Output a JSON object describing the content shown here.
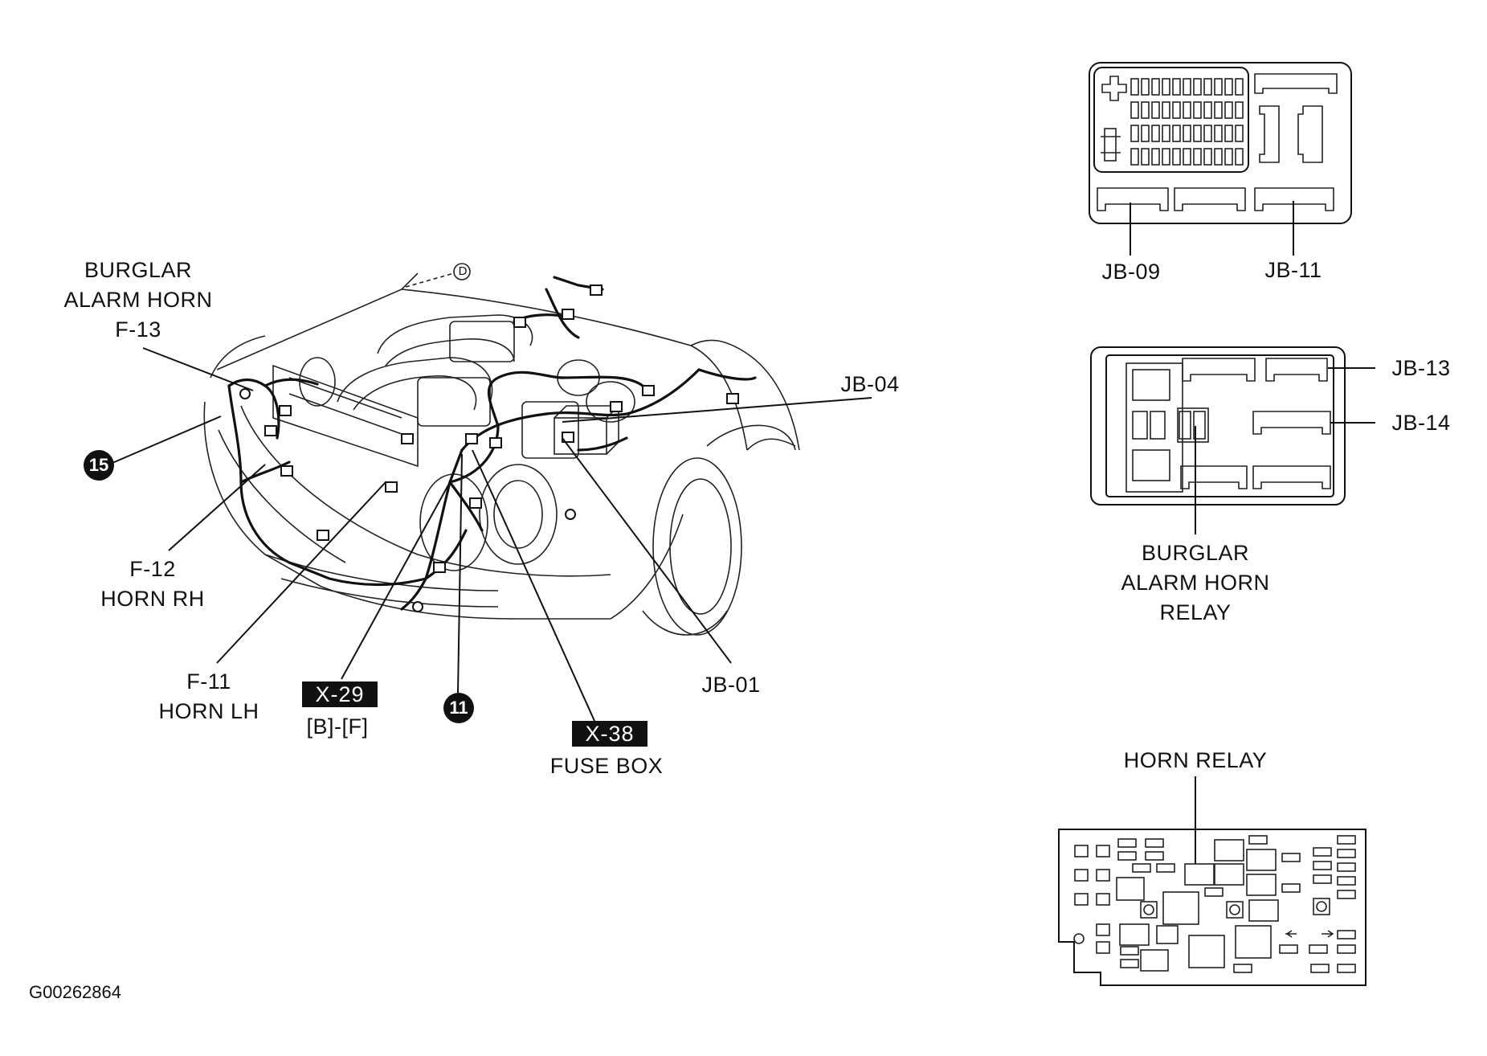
{
  "labels": {
    "burglar_alarm_horn": [
      "BURGLAR",
      "ALARM HORN",
      "F-13"
    ],
    "horn_rh": [
      "F-12",
      "HORN RH"
    ],
    "horn_lh": [
      "F-11",
      "HORN LH"
    ],
    "x29": "X-29",
    "x29_sub": "[B]-[F]",
    "x38": "X-38",
    "fuse_box": "FUSE BOX",
    "jb01": "JB-01",
    "jb04": "JB-04",
    "jb09": "JB-09",
    "jb11": "JB-11",
    "jb13": "JB-13",
    "jb14": "JB-14",
    "burglar_relay": [
      "BURGLAR",
      "ALARM HORN",
      "RELAY"
    ],
    "horn_relay": "HORN RELAY",
    "ground_15": "15",
    "ground_11": "11",
    "ref_d": "D",
    "figure_code": "G00262864"
  }
}
